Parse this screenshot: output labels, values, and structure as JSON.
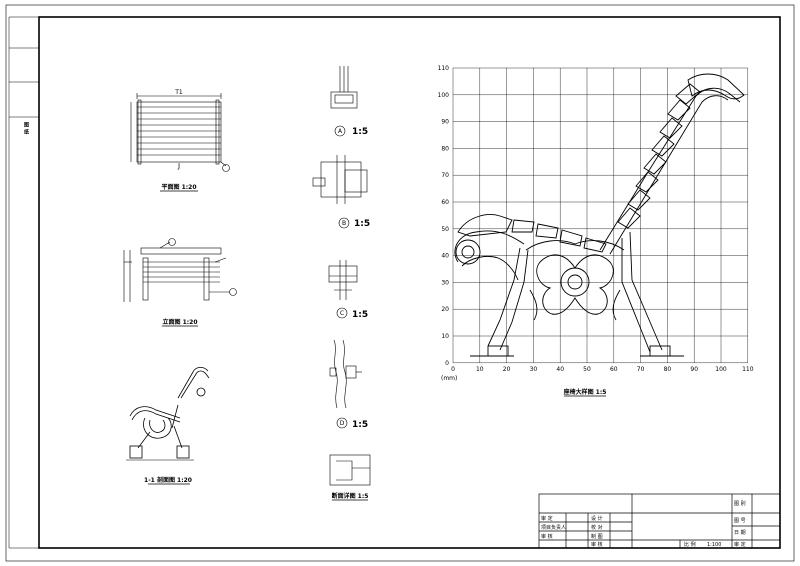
{
  "captions": {
    "plan": "平面图 1:20",
    "elevation": "立面图 1:20",
    "section": "1-1 剖面图 1:20",
    "profile": "断面详图 1:5",
    "detail": "座椅大样图 1:5"
  },
  "plan_dim": "T1",
  "plan_mark": "J",
  "details": [
    {
      "letter": "A",
      "scale": "1:5"
    },
    {
      "letter": "B",
      "scale": "1:5"
    },
    {
      "letter": "C",
      "scale": "1:5"
    },
    {
      "letter": "D",
      "scale": "1:5"
    }
  ],
  "grid": {
    "x_ticks": [
      "0",
      "10",
      "20",
      "30",
      "40",
      "50",
      "60",
      "70",
      "80",
      "90",
      "100",
      "110"
    ],
    "y_ticks": [
      "110",
      "100",
      "90",
      "80",
      "70",
      "60",
      "50",
      "40",
      "30",
      "20",
      "10",
      "0"
    ],
    "unit": "(mm)"
  },
  "side_title": "图 纸",
  "title_block": {
    "scale_label": "比 例",
    "scale_value": "1:100",
    "designer": "审 定",
    "project_lead": "项目负责人",
    "reviewer": "审 核",
    "labels": [
      "审 定",
      "设 计",
      "校 对",
      "制 图",
      "审 核",
      "图 号",
      "日 期",
      "图 别"
    ]
  }
}
